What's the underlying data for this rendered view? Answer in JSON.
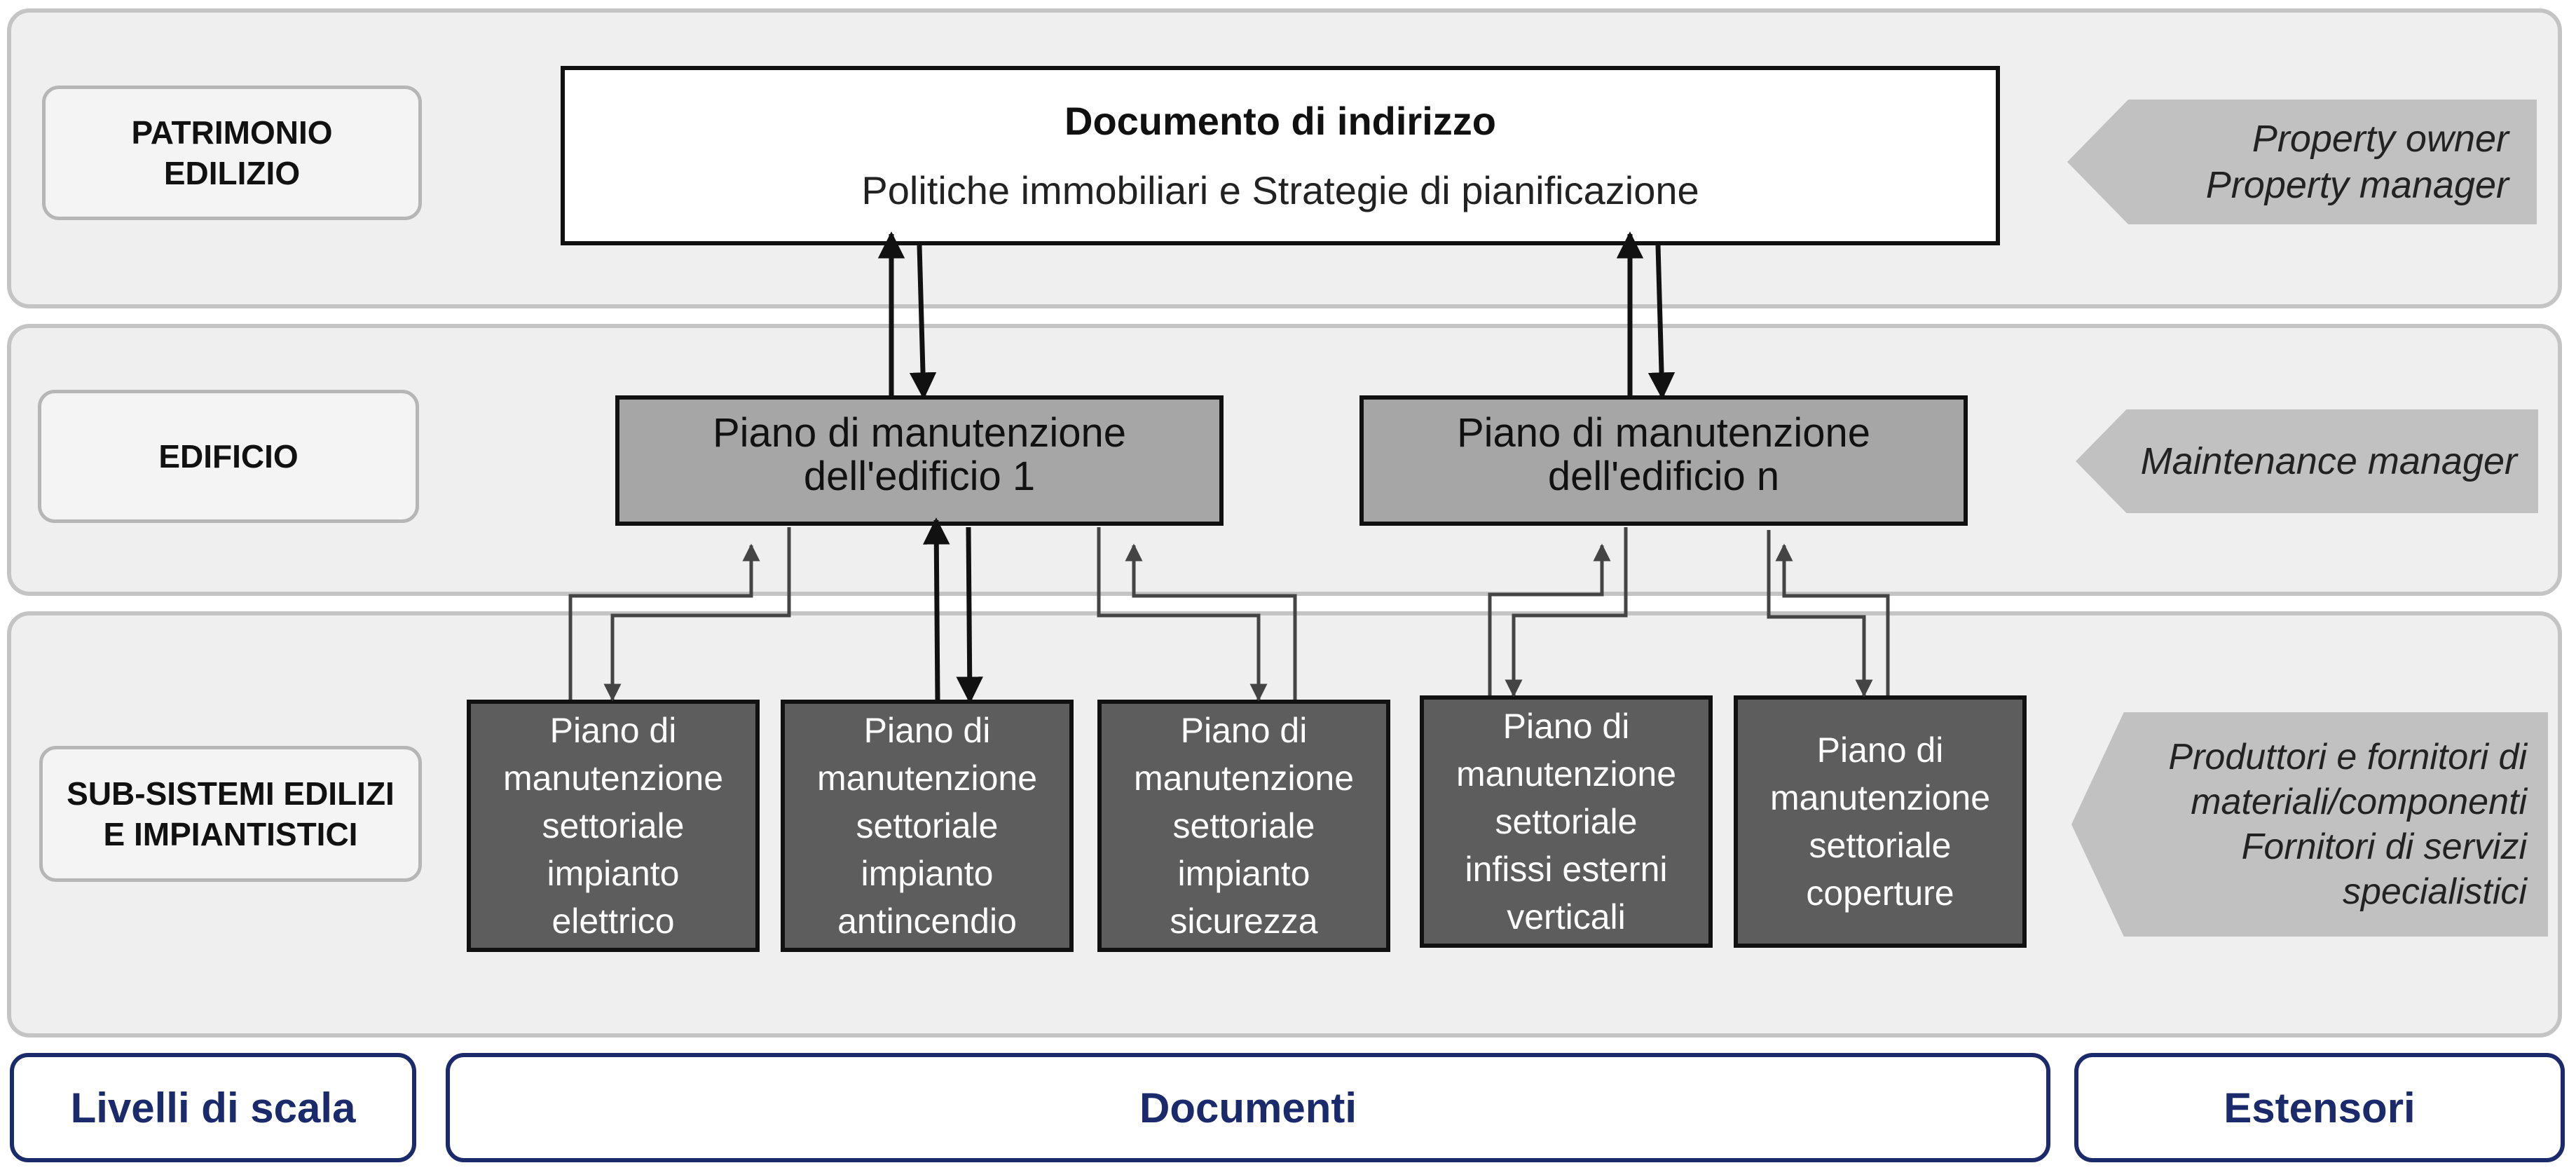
{
  "levels": {
    "patrimonio": "PATRIMONIO\nEDILIZIO",
    "edificio": "EDIFICIO",
    "subsistemi": "SUB-SISTEMI EDILIZI\nE IMPIANTISTICI"
  },
  "document": {
    "title": "Documento di indirizzo",
    "subtitle": "Politiche immobiliari e Strategie di pianificazione"
  },
  "building_plans": [
    "Piano di manutenzione\ndell'edificio 1",
    "Piano di manutenzione\ndell'edificio n"
  ],
  "sector_plans": [
    "Piano di\nmanutenzione\nsettoriale\nimpianto\nelettrico",
    "Piano di\nmanutenzione\nsettoriale\nimpianto\nantincendio",
    "Piano di\nmanutenzione\nsettoriale\nimpianto\nsicurezza",
    "Piano di\nmanutenzione\nsettoriale\ninfissi esterni\nverticali",
    "Piano di\nmanutenzione\nsettoriale\ncoperture"
  ],
  "estensori": {
    "patrimonio": "Property owner\nProperty manager",
    "edificio": "Maintenance manager",
    "subsistemi": "Produttori e fornitori di\nmateriali/componenti\nFornitori di servizi\nspecialistici"
  },
  "footer": {
    "livelli": "Livelli di scala",
    "documenti": "Documenti",
    "estensori": "Estensori"
  },
  "colors": {
    "band_fill": "#efefef",
    "building_plan_fill": "#a6a6a6",
    "sector_plan_fill": "#5d5d5d",
    "chevron_fill": "#c1c1c1",
    "footer_text": "#1b2a6b"
  }
}
